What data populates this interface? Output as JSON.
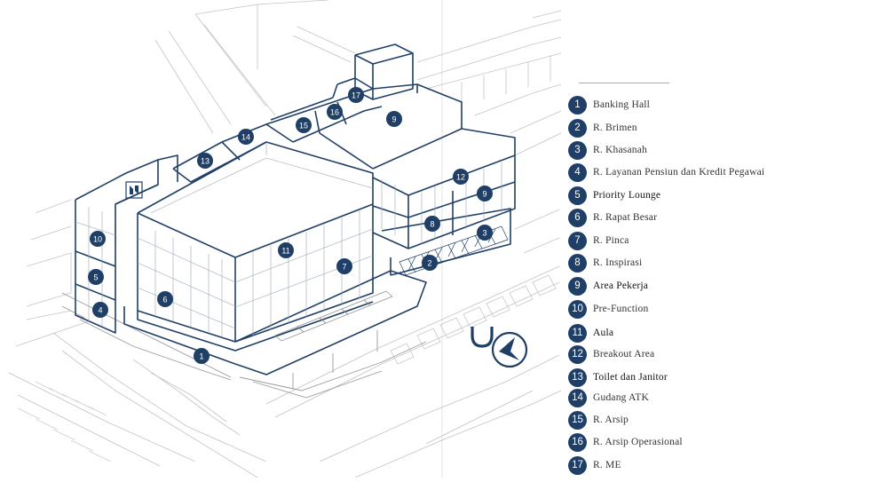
{
  "colors": {
    "primary": "#1f3f66",
    "accent_rule": "#d9a45a",
    "sketch": "#b7b7b7"
  },
  "legend": [
    {
      "num": "1",
      "label": "Banking Hall"
    },
    {
      "num": "2",
      "label": "R. Brimen"
    },
    {
      "num": "3",
      "label": "R. Khasanah"
    },
    {
      "num": "4",
      "label": "R. Layanan Pensiun dan Kredit Pegawai"
    },
    {
      "num": "5",
      "label": "Priority Lounge"
    },
    {
      "num": "6",
      "label": "R. Rapat Besar"
    },
    {
      "num": "7",
      "label": "R. Pinca"
    },
    {
      "num": "8",
      "label": "R. Inspirasi"
    },
    {
      "num": "9",
      "label": "Area Pekerja"
    },
    {
      "num": "10",
      "label": "Pre-Function"
    },
    {
      "num": "11",
      "label": "Aula"
    },
    {
      "num": "12",
      "label": "Breakout Area"
    },
    {
      "num": "13",
      "label": "Toilet dan Janitor"
    },
    {
      "num": "14",
      "label": "Gudang ATK"
    },
    {
      "num": "15",
      "label": "R. Arsip"
    },
    {
      "num": "16",
      "label": "R. Arsip Operasional"
    },
    {
      "num": "17",
      "label": "R. ME"
    }
  ],
  "markers": [
    {
      "num": "1"
    },
    {
      "num": "2"
    },
    {
      "num": "3"
    },
    {
      "num": "4"
    },
    {
      "num": "5"
    },
    {
      "num": "6"
    },
    {
      "num": "7"
    },
    {
      "num": "8"
    },
    {
      "num": "9"
    },
    {
      "num": "9"
    },
    {
      "num": "10"
    },
    {
      "num": "11"
    },
    {
      "num": "12"
    },
    {
      "num": "13"
    },
    {
      "num": "14"
    },
    {
      "num": "15"
    },
    {
      "num": "16"
    },
    {
      "num": "17"
    }
  ],
  "icons": {
    "brand_logo": "bank-logo-icon",
    "facade_logo": "facade-logo-icon"
  }
}
